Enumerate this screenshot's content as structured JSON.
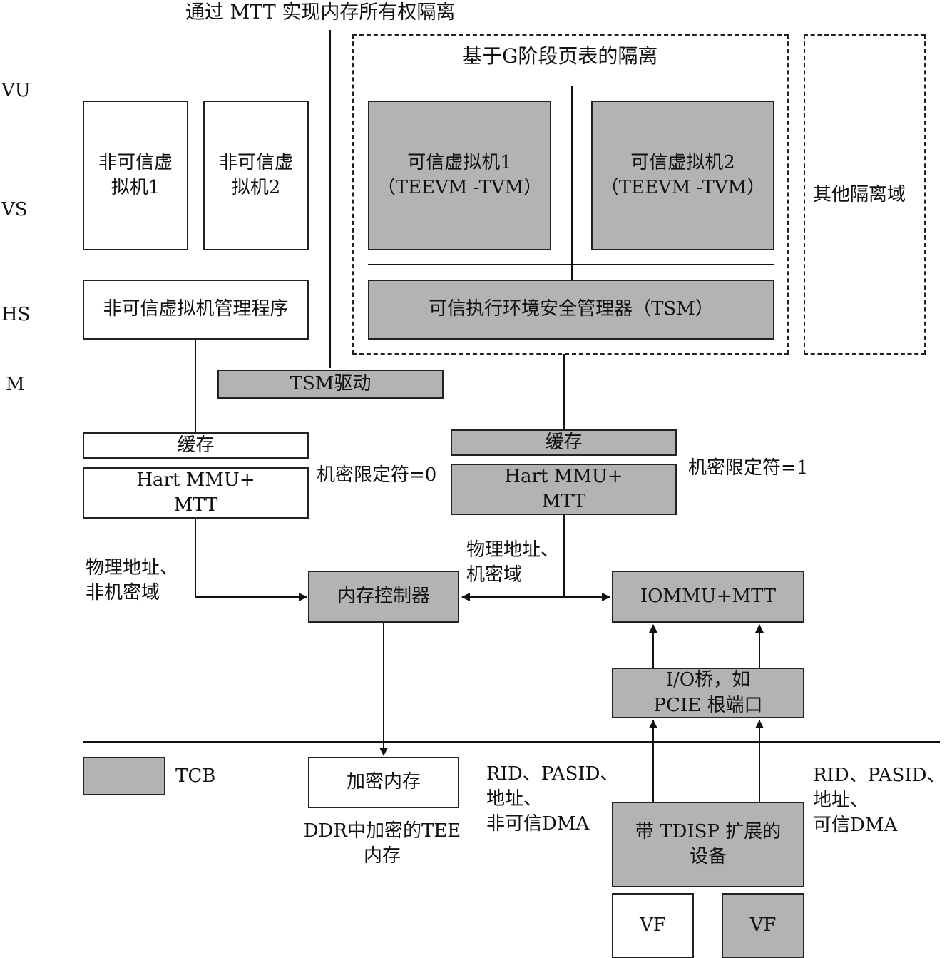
{
  "title": "通过 MTT 实现内存所有权隔离",
  "privilege_levels": {
    "vu": "VU",
    "vs": "VS",
    "hs": "HS",
    "m": "M"
  },
  "g_stage_region": {
    "title": "基于G阶段页表的隔离"
  },
  "other_domain": {
    "label": "其他隔离域"
  },
  "untrusted": {
    "vm1": [
      "非可信虚",
      "拟机1"
    ],
    "vm2": [
      "非可信虚",
      "拟机2"
    ],
    "hypervisor": "非可信虚拟机管理程序",
    "cache": "缓存",
    "mmu": [
      "Hart MMU+",
      "MTT"
    ],
    "qualifier": "机密限定符=0",
    "path_label": [
      "物理地址、",
      "非机密域"
    ]
  },
  "trusted": {
    "tvm1": [
      "可信虚拟机1",
      "（TEEVM -TVM）"
    ],
    "tvm2": [
      "可信虚拟机2",
      "（TEEVM -TVM）"
    ],
    "tsm": "可信执行环境安全管理器（TSM）",
    "cache": "缓存",
    "mmu": [
      "Hart MMU+",
      "MTT"
    ],
    "qualifier": "机密限定符=1",
    "path_label": [
      "物理地址、",
      "机密域"
    ]
  },
  "tsm_driver": "TSM驱动",
  "memory_controller": "内存控制器",
  "iommu": "IOMMU+MTT",
  "io_bridge": [
    "I/O桥，如",
    "PCIE 根端口"
  ],
  "encrypted_memory": {
    "label": "加密内存",
    "caption": [
      "DDR中加密的TEE",
      "内存"
    ]
  },
  "legend": {
    "label": "TCB",
    "color": "#b3b3b3"
  },
  "untrusted_dma_label": [
    "RID、PASID、",
    "地址、",
    "非可信DMA"
  ],
  "trusted_dma_label": [
    "RID、PASID、",
    "地址、",
    "可信DMA"
  ],
  "device": [
    "带 TDISP 扩展的",
    "设备"
  ],
  "vf_untrusted": "VF",
  "vf_trusted": "VF"
}
